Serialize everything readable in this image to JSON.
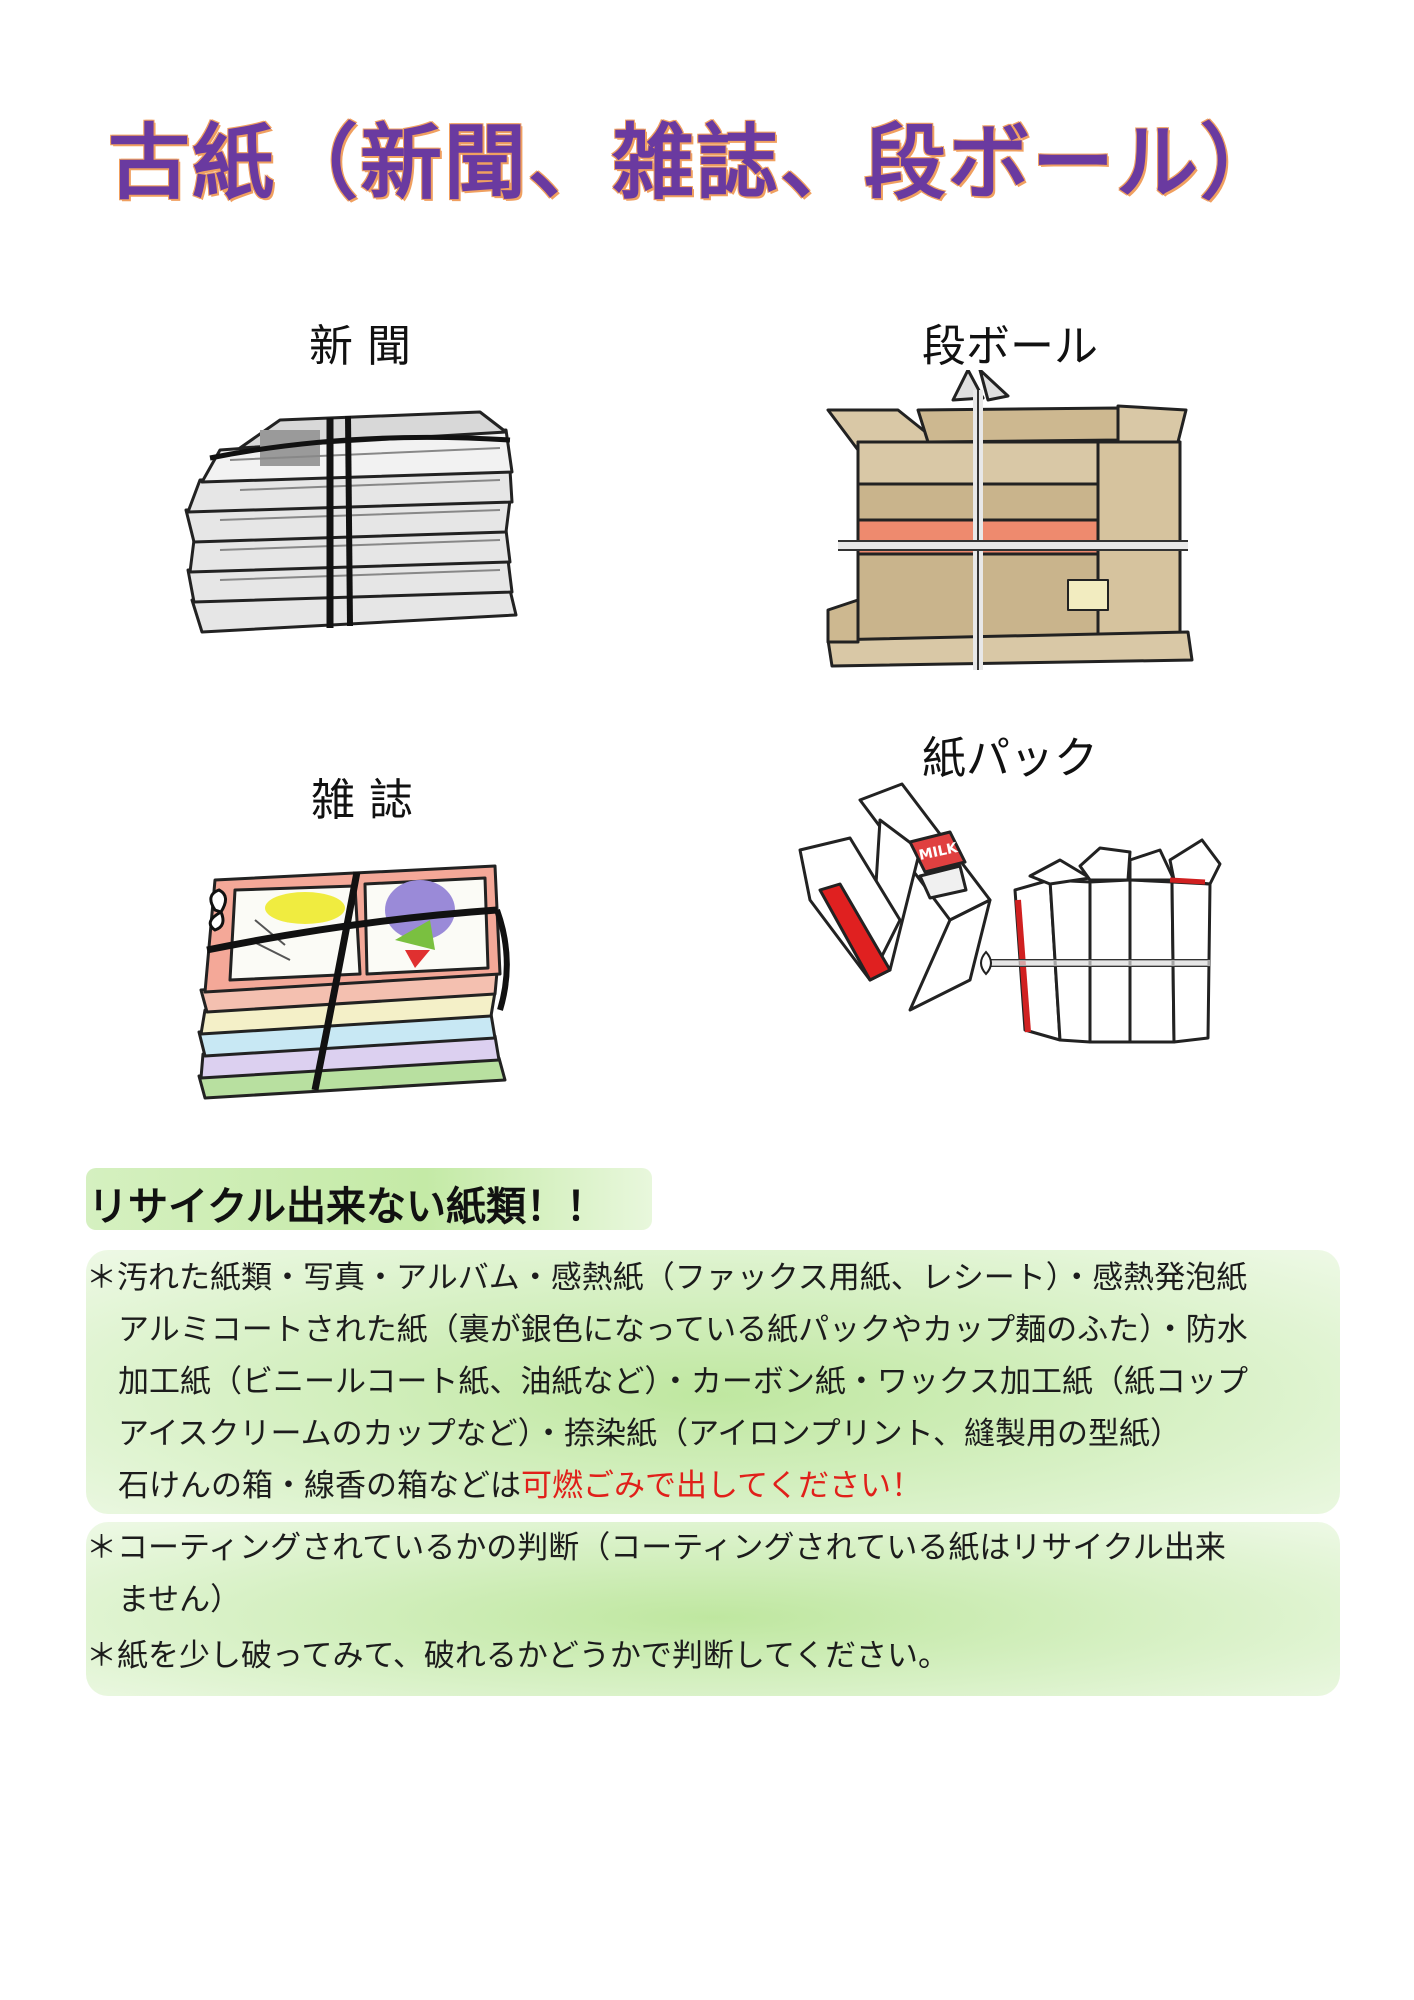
{
  "title": "古紙（新聞、雑誌、段ボール）",
  "items": {
    "newspaper": "新 聞",
    "cardboard": "段ボール",
    "magazine": "雑 誌",
    "paper_pack": "紙パック"
  },
  "non_recyclable": {
    "heading": "リサイクル出来ない紙類！！",
    "lines": [
      "＊汚れた紙類・写真・アルバム・感熱紙（ファックス用紙、レシート）・感熱発泡紙",
      "アルミコートされた紙（裏が銀色になっている紙パックやカップ麺のふた）・防水",
      "加工紙（ビニールコート紙、油紙など）・カーボン紙・ワックス加工紙（紙コップ",
      "アイスクリームのカップなど）・捺染紙（アイロンプリント、縫製用の型紙）"
    ],
    "last_line_prefix": "石けんの箱・線香の箱などは",
    "last_line_emphasis": "可燃ごみで出してください！"
  },
  "judgement": {
    "line1": "＊コーティングされているかの判断（コーティングされている紙はリサイクル出来",
    "line2": "ません）",
    "line3": "＊紙を少し破ってみて、破れるかどうかで判断してください。"
  },
  "carton_text": "MILK",
  "colors": {
    "title": "#6a3aa0",
    "title_outline": "#f0a060",
    "emphasis": "#e0201a",
    "box_green": "#bfe7a0"
  }
}
